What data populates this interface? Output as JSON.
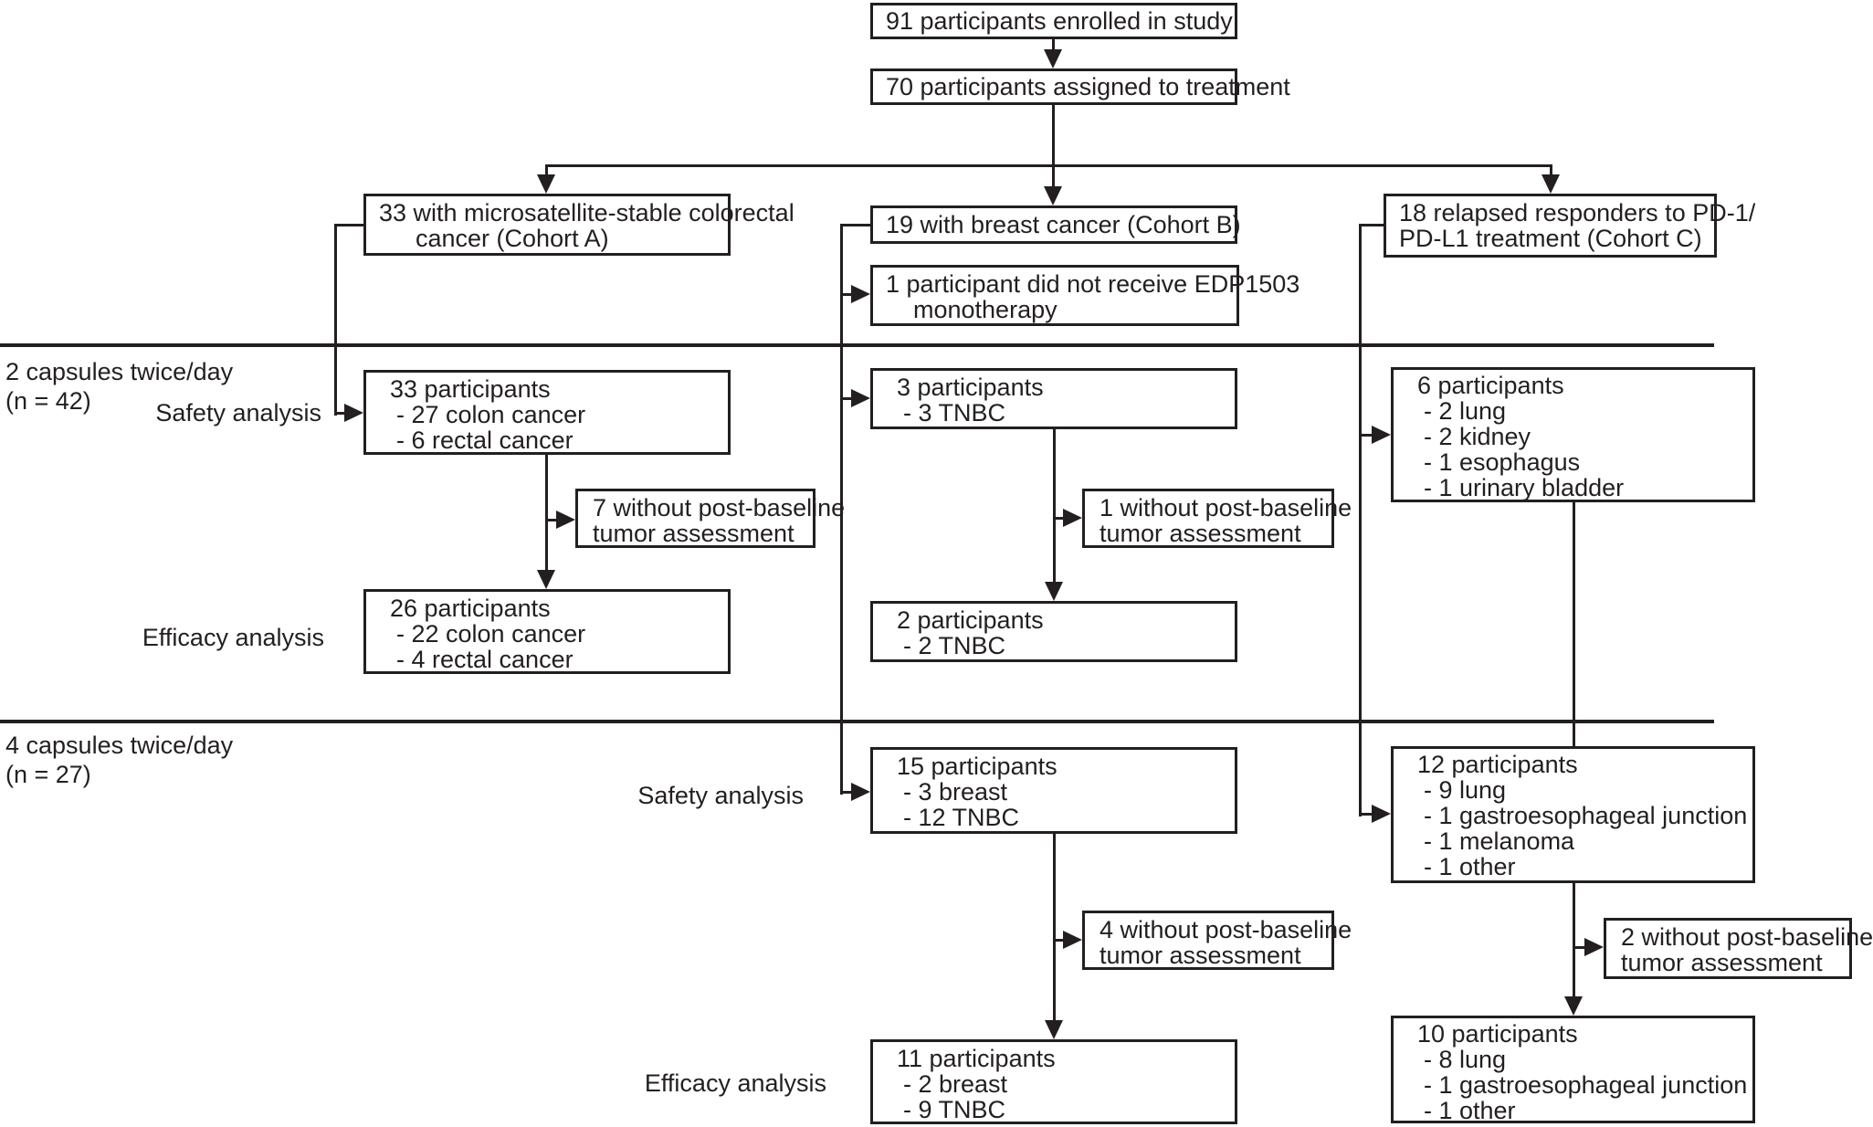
{
  "colors": {
    "ink": "#231f20",
    "background": "#ffffff"
  },
  "top_flow": {
    "enrolled": "91 participants enrolled in study",
    "assigned": "70 participants assigned to treatment"
  },
  "cohort_a": {
    "header": [
      "33 with microsatellite-stable colorectal",
      "cancer (Cohort A)"
    ]
  },
  "cohort_b": {
    "header": [
      "19 with breast cancer (Cohort B)"
    ],
    "not_treated": [
      "1 participant did not receive EDP1503",
      "monotherapy"
    ]
  },
  "cohort_c": {
    "header": [
      "18 relapsed responders to PD-1/",
      "PD-L1 treatment (Cohort C)"
    ]
  },
  "dose_groups": [
    {
      "label": "2 capsules twice/day",
      "n": "(n = 42)"
    },
    {
      "label": "4 capsules twice/day",
      "n": "(n = 27)"
    }
  ],
  "analysis_labels": {
    "safety": "Safety analysis",
    "efficacy": "Efficacy analysis"
  },
  "boxes": {
    "a_safety": [
      "33 participants",
      "- 27 colon cancer",
      "- 6 rectal cancer"
    ],
    "a_dropout": [
      "7 without post-baseline",
      "tumor assessment"
    ],
    "a_efficacy": [
      "26 participants",
      "- 22 colon cancer",
      "- 4 rectal cancer"
    ],
    "b1_safety": [
      "3 participants",
      "- 3 TNBC"
    ],
    "b1_dropout": [
      "1 without post-baseline",
      "tumor assessment"
    ],
    "b1_efficacy": [
      "2 participants",
      "- 2 TNBC"
    ],
    "c1_safety": [
      "6 participants",
      "- 2 lung",
      "- 2 kidney",
      "- 1 esophagus",
      "- 1 urinary bladder"
    ],
    "b2_safety": [
      "15 participants",
      "- 3 breast",
      "- 12 TNBC"
    ],
    "b2_dropout": [
      "4 without post-baseline",
      "tumor assessment"
    ],
    "b2_efficacy": [
      "11 participants",
      "- 2 breast",
      "- 9 TNBC"
    ],
    "c2_safety": [
      "12 participants",
      "- 9 lung",
      "- 1 gastroesophageal junction",
      "- 1 melanoma",
      "- 1 other"
    ],
    "c2_dropout": [
      "2 without post-baseline",
      "tumor assessment"
    ],
    "c2_efficacy": [
      "10 participants",
      "- 8 lung",
      "- 1 gastroesophageal junction",
      "- 1 other"
    ]
  }
}
